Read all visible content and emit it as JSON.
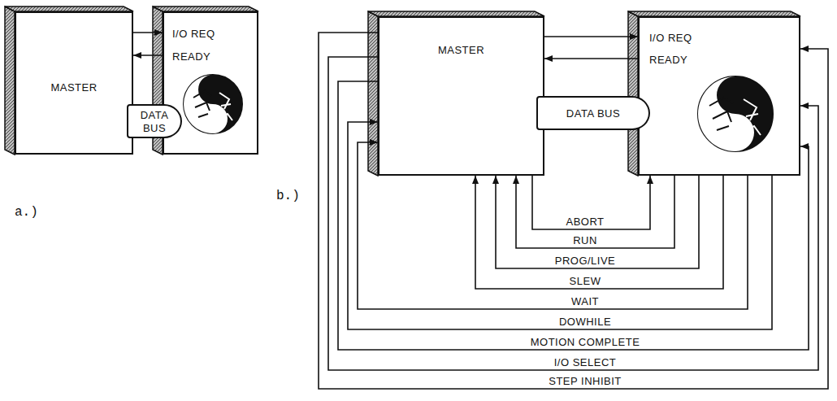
{
  "diagram": {
    "nodes": [
      {
        "text": [
          "MASTER"
        ]
      },
      {
        "text": [
          "I/O REQ",
          "READY"
        ]
      },
      {
        "text": [
          "DATA BUS"
        ]
      },
      {
        "text": [
          "MASTER"
        ]
      },
      {
        "text": [
          "I/O REQ",
          "READY"
        ]
      },
      {
        "text": [
          "DATA BUS"
        ]
      }
    ],
    "edges": [
      {
        "from": 0,
        "to": 1,
        "arrow": "to"
      },
      {
        "from": 1,
        "to": 0,
        "arrow": "to"
      },
      {
        "from": 3,
        "to": 4,
        "arrow": "to"
      },
      {
        "from": 4,
        "to": 3,
        "arrow": "to"
      },
      {
        "from": 3,
        "to": 4,
        "label": "ABORT",
        "arrow": "to"
      },
      {
        "from": 4,
        "to": 3,
        "label": "RUN",
        "arrow": "to"
      },
      {
        "from": 4,
        "to": 3,
        "label": "PROG/LIVE",
        "arrow": "to"
      },
      {
        "from": 4,
        "to": 3,
        "label": "SLEW",
        "arrow": "to"
      },
      {
        "from": 4,
        "to": 3,
        "label": "WAIT",
        "arrow": "to"
      },
      {
        "from": 4,
        "to": 3,
        "label": "DOWHILE",
        "arrow": "to"
      },
      {
        "from": 3,
        "to": 4,
        "label": "MOTION COMPLETE",
        "arrow": "to"
      },
      {
        "from": 3,
        "to": 4,
        "label": "I/O SELECT",
        "arrow": "to"
      },
      {
        "from": 3,
        "to": 4,
        "label": "STEP INHIBIT",
        "arrow": "to"
      }
    ],
    "labels": [
      "a.)",
      "b.)"
    ]
  }
}
